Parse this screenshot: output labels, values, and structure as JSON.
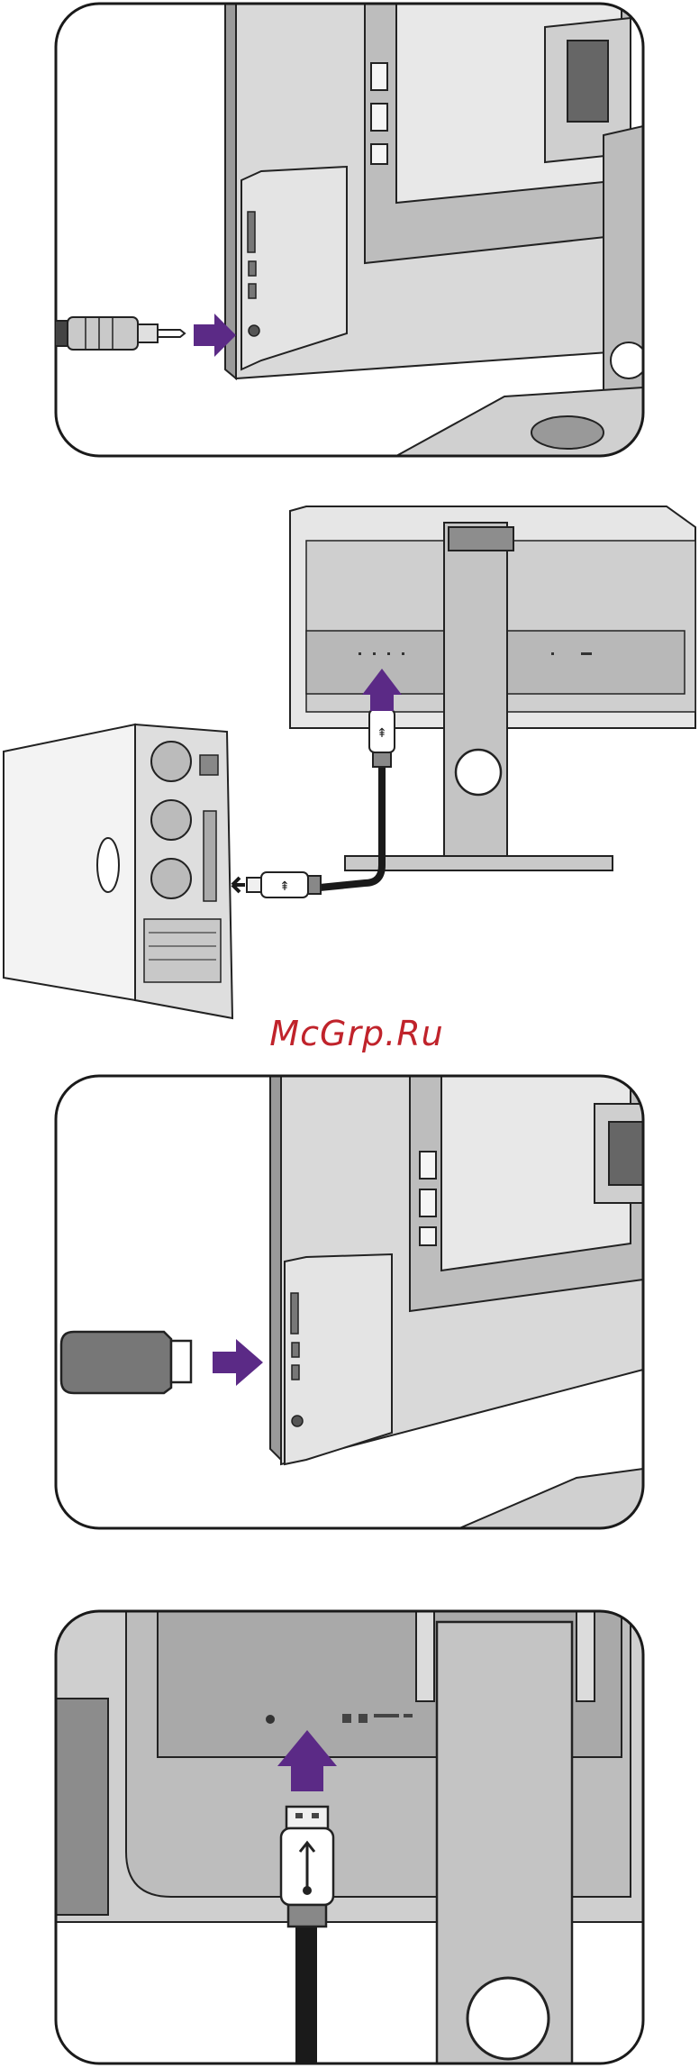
{
  "watermark": {
    "text": "McGrp.Ru",
    "color": "#c0232b"
  },
  "colors": {
    "arrow": "#5b2a86",
    "frame": "#1a1a1a",
    "panel_light": "#e6e6e6",
    "panel_mid": "#b8b8b8",
    "panel_dark": "#8c8c8c"
  },
  "figures": [
    {
      "name": "headphone-jack-connection",
      "icons": [
        "audio-plug-icon",
        "insert-arrow-icon"
      ]
    },
    {
      "name": "usb-upstream-connection",
      "icons": [
        "computer-tower-icon",
        "usb-plug-icon",
        "insert-arrow-icon"
      ]
    },
    {
      "name": "sd-card-insertion",
      "icons": [
        "sd-card-icon",
        "insert-arrow-icon"
      ]
    },
    {
      "name": "usb-downstream-closeup",
      "icons": [
        "usb-plug-icon",
        "insert-arrow-icon"
      ]
    }
  ]
}
